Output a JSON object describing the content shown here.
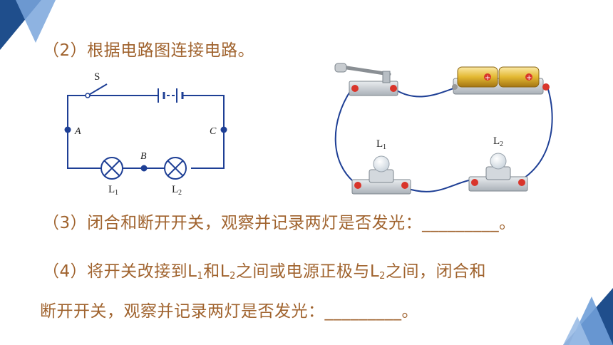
{
  "step2": {
    "text": "（2）根据电路图连接电路。"
  },
  "step3": {
    "text": "（3）闭合和断开开关，观察并记录两灯是否发光：_________。"
  },
  "step4": {
    "line1_a": "（4）将开关改接到L",
    "sub1": "1",
    "line1_b": "和L",
    "sub2": "2",
    "line1_c": "之间或电源正极与L",
    "sub3": "2",
    "line1_d": "之间，闭合和",
    "line2": "断开开关，观察并记录两灯是否发光：_________。"
  },
  "schematic": {
    "switch_label": "S",
    "point_a": "A",
    "point_b": "B",
    "point_c": "C",
    "lamp1_label": "L",
    "lamp1_sub": "1",
    "lamp2_label": "L",
    "lamp2_sub": "2"
  },
  "photo": {
    "lamp1_label": "L",
    "lamp1_sub": "1",
    "lamp2_label": "L",
    "lamp2_sub": "2"
  },
  "colors": {
    "text": "#a0632e",
    "wire": "#1e3f95",
    "deco_dark": "#1f4e8c",
    "deco_light": "#6f9fd8"
  }
}
